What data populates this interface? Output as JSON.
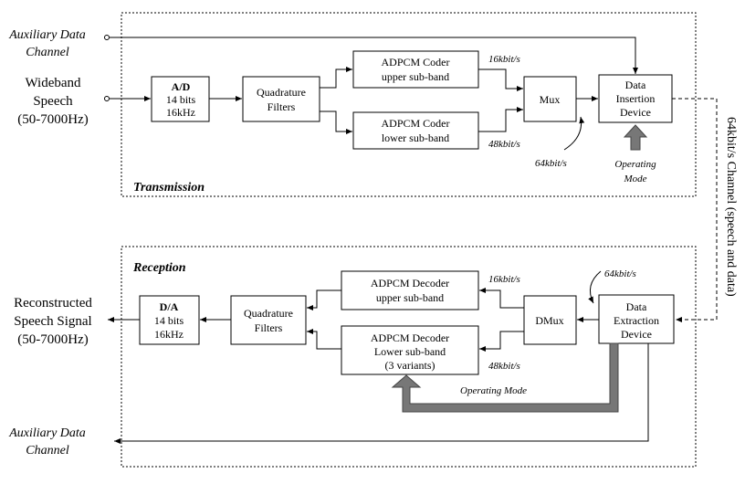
{
  "transmission": {
    "section_label": "Transmission",
    "aux_channel": {
      "line1": "Auxiliary Data",
      "line2": "Channel"
    },
    "input": {
      "line1": "Wideband",
      "line2": "Speech",
      "line3": "(50-7000Hz)"
    },
    "ad": {
      "title": "A/D",
      "line1": "14 bits",
      "line2": "16kHz"
    },
    "qf": {
      "line1": "Quadrature",
      "line2": "Filters"
    },
    "coder_upper": {
      "line1": "ADPCM Coder",
      "line2": "upper sub-band"
    },
    "coder_lower": {
      "line1": "ADPCM Coder",
      "line2": "lower sub-band"
    },
    "rate_upper": "16kbit/s",
    "rate_lower": "48kbit/s",
    "rate_total": "64kbit/s",
    "mux": "Mux",
    "insertion": {
      "line1": "Data",
      "line2": "Insertion",
      "line3": "Device"
    },
    "mode": {
      "line1": "Operating",
      "line2": "Mode"
    }
  },
  "channel_label": "64kbit/s Channel (speech and data)",
  "reception": {
    "section_label": "Reception",
    "output": {
      "line1": "Reconstructed",
      "line2": "Speech Signal",
      "line3": "(50-7000Hz)"
    },
    "da": {
      "title": "D/A",
      "line1": "14 bits",
      "line2": "16kHz"
    },
    "qf": {
      "line1": "Quadrature",
      "line2": "Filters"
    },
    "decoder_upper": {
      "line1": "ADPCM Decoder",
      "line2": "upper sub-band"
    },
    "decoder_lower": {
      "line1": "ADPCM Decoder",
      "line2": "Lower sub-band",
      "line3": "(3 variants)"
    },
    "rate_upper": "16kbit/s",
    "rate_lower": "48kbit/s",
    "rate_total": "64kbit/s",
    "dmux": "DMux",
    "extraction": {
      "line1": "Data",
      "line2": "Extraction",
      "line3": "Device"
    },
    "mode": "Operating Mode",
    "aux_channel": {
      "line1": "Auxiliary Data",
      "line2": "Channel"
    }
  }
}
